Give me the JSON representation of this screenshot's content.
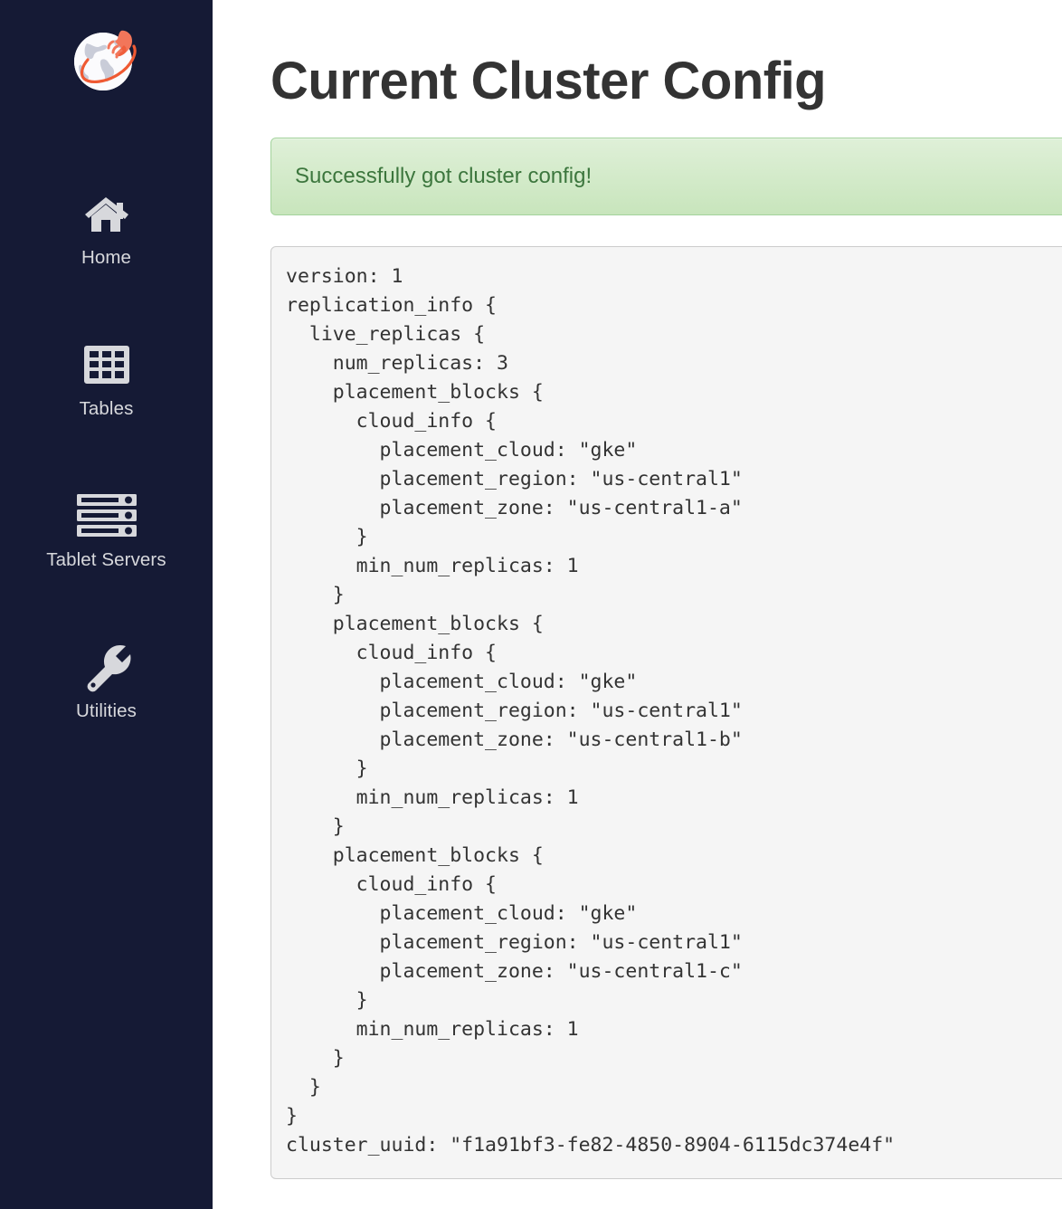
{
  "sidebar": {
    "logo": {
      "icon": "yugabyte-rocket-globe-logo",
      "colors": {
        "globe": "#f2f3f7",
        "rocket": "#ef6a4b",
        "orbit": "#ef5a33"
      }
    },
    "background_color": "#151a35",
    "items": [
      {
        "label": "Home",
        "icon": "home-icon"
      },
      {
        "label": "Tables",
        "icon": "table-grid-icon"
      },
      {
        "label": "Tablet Servers",
        "icon": "server-rack-icon"
      },
      {
        "label": "Utilities",
        "icon": "wrench-icon"
      }
    ]
  },
  "main": {
    "title": "Current Cluster Config",
    "alert": {
      "message": "Successfully got cluster config!",
      "type": "success",
      "text_color": "#3c763d",
      "background_color": "#dff0d8",
      "border_color": "#a3d39c"
    },
    "config": {
      "background_color": "#f5f5f5",
      "border_color": "#cccccc",
      "text": "version: 1\nreplication_info {\n  live_replicas {\n    num_replicas: 3\n    placement_blocks {\n      cloud_info {\n        placement_cloud: \"gke\"\n        placement_region: \"us-central1\"\n        placement_zone: \"us-central1-a\"\n      }\n      min_num_replicas: 1\n    }\n    placement_blocks {\n      cloud_info {\n        placement_cloud: \"gke\"\n        placement_region: \"us-central1\"\n        placement_zone: \"us-central1-b\"\n      }\n      min_num_replicas: 1\n    }\n    placement_blocks {\n      cloud_info {\n        placement_cloud: \"gke\"\n        placement_region: \"us-central1\"\n        placement_zone: \"us-central1-c\"\n      }\n      min_num_replicas: 1\n    }\n  }\n}\ncluster_uuid: \"f1a91bf3-fe82-4850-8904-6115dc374e4f\"",
      "values": {
        "version": "1",
        "num_replicas": "3",
        "placement_cloud": "gke",
        "placement_region": "us-central1",
        "placement_zones": [
          "us-central1-a",
          "us-central1-b",
          "us-central1-c"
        ],
        "min_num_replicas": "1",
        "cluster_uuid": "f1a91bf3-fe82-4850-8904-6115dc374e4f"
      }
    }
  }
}
